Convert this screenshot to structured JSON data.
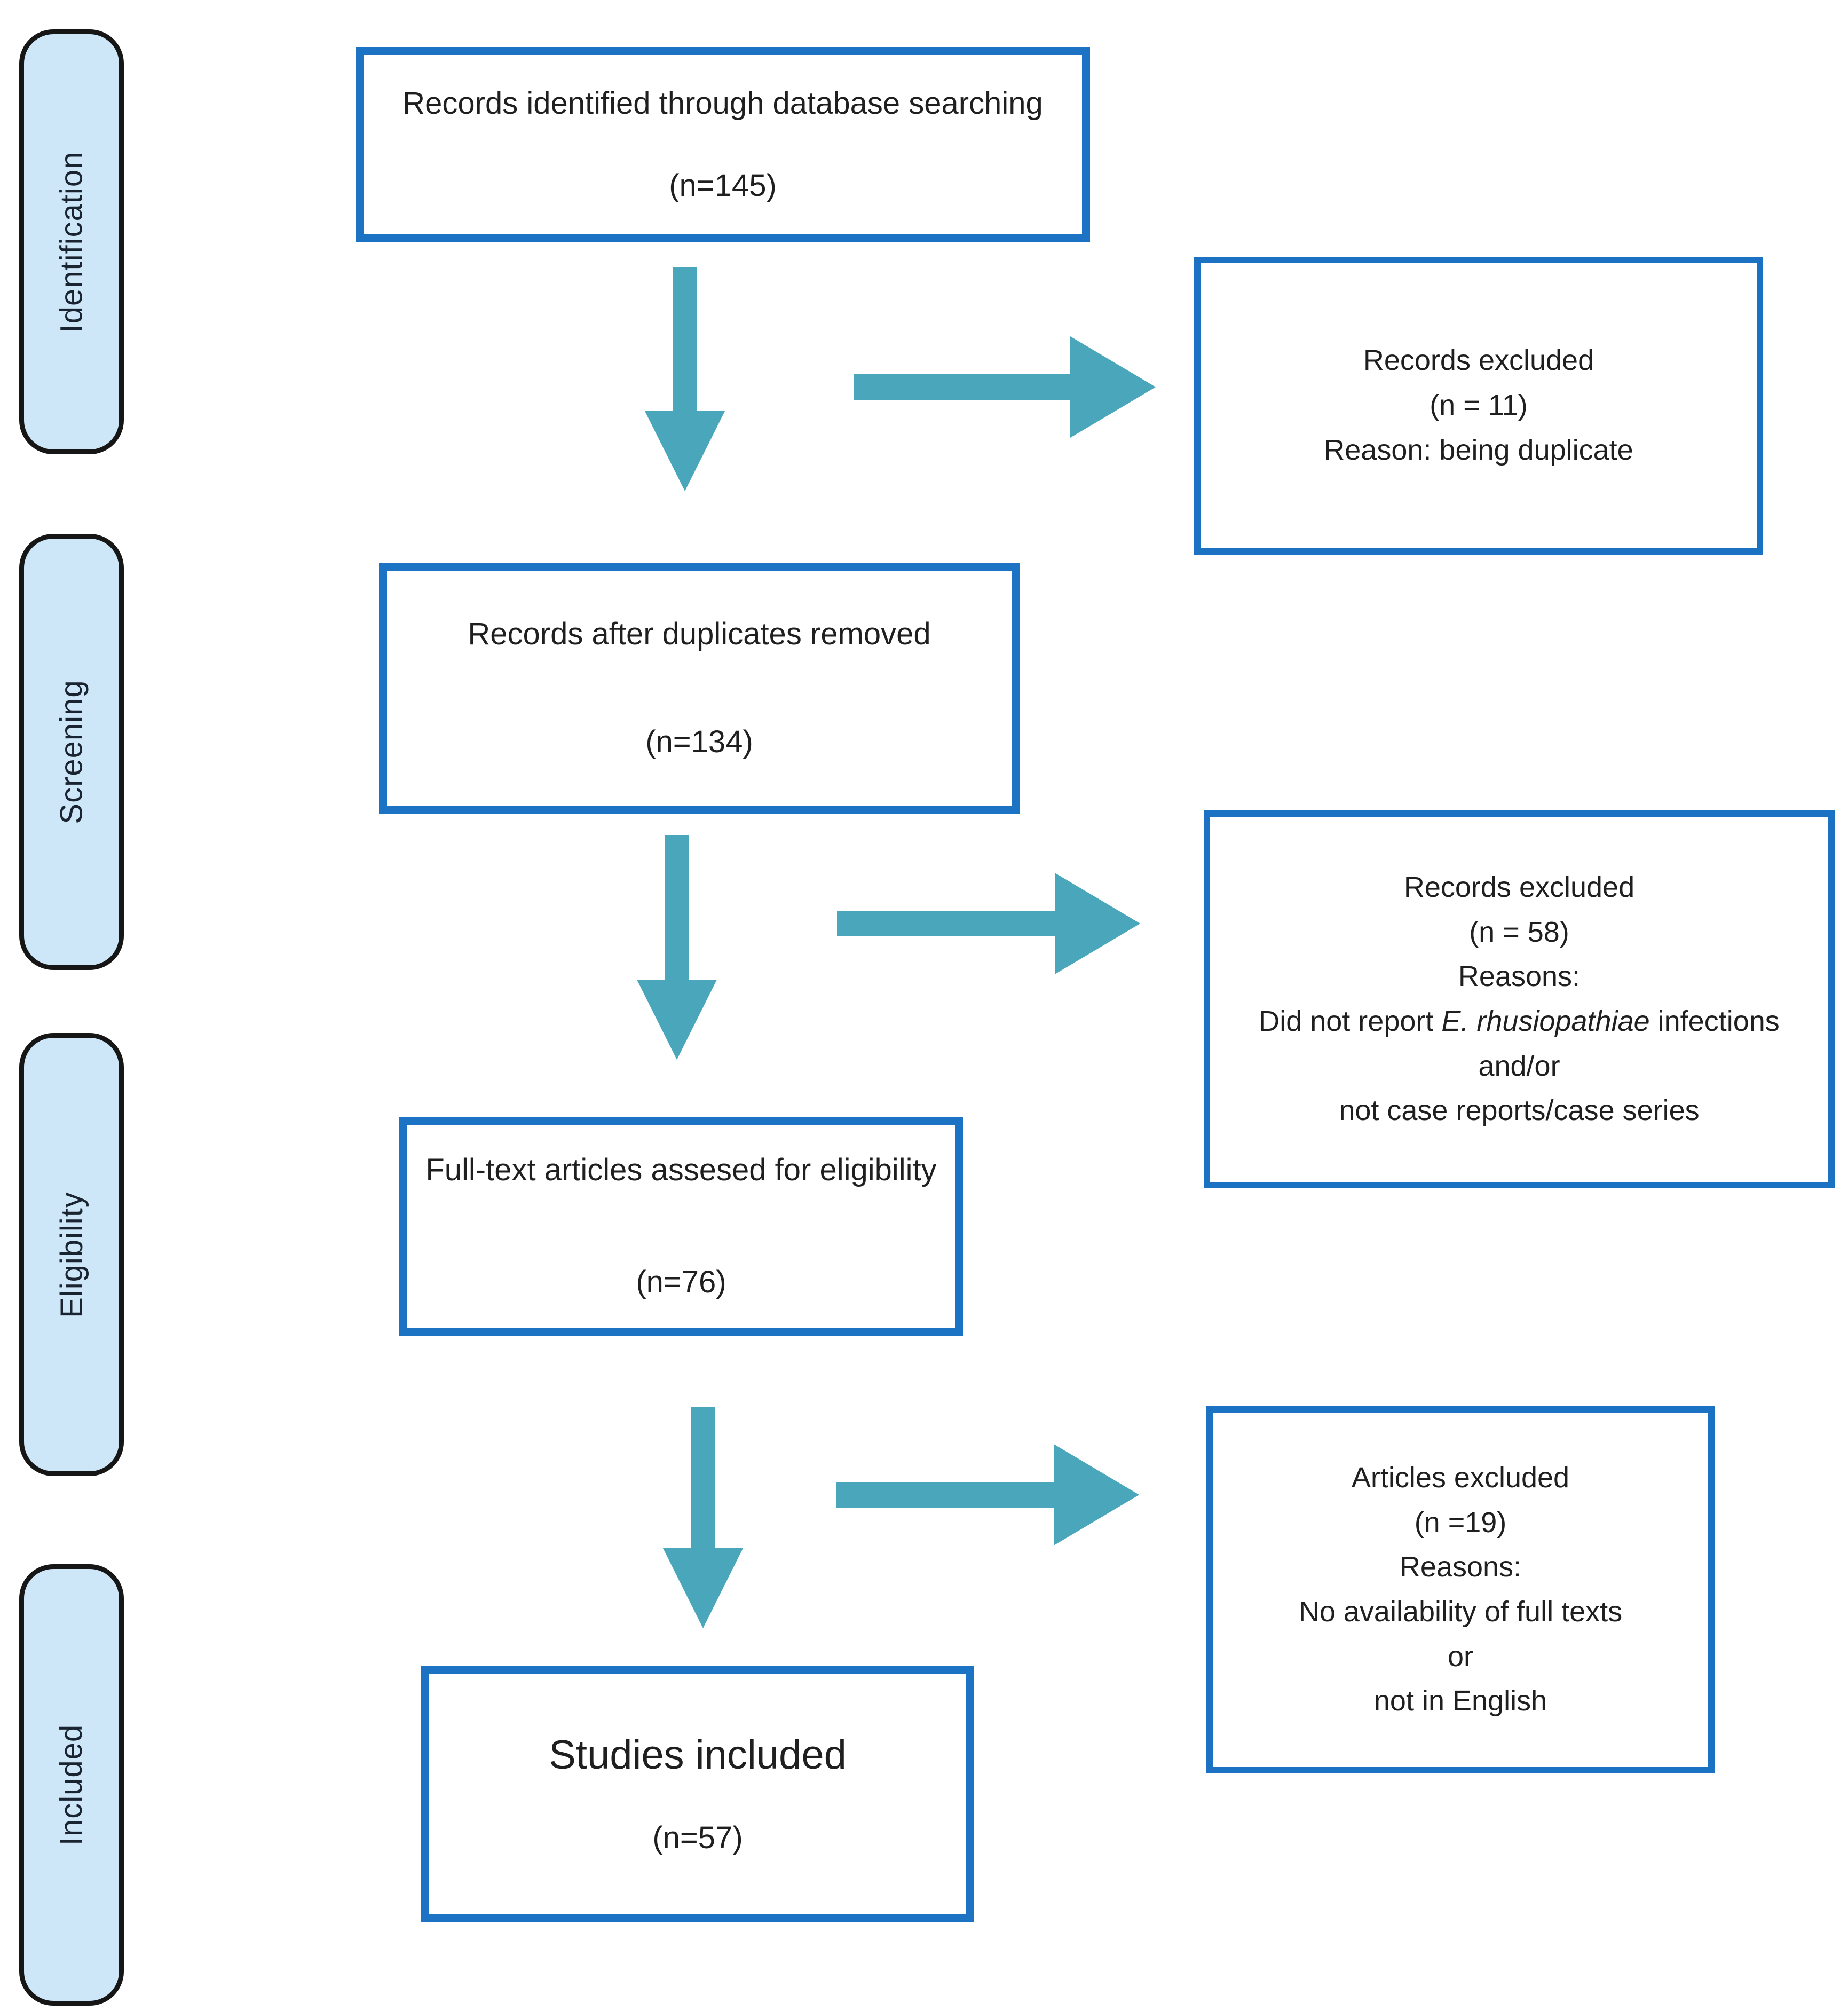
{
  "colors": {
    "flow_box_border": "#1c73c3",
    "sidebar_fill": "#cde6f8",
    "sidebar_border": "#161616",
    "arrow": "#4aa6bb",
    "text": "#1f1f1f",
    "background": "#ffffff"
  },
  "sidebar": {
    "items": [
      {
        "label": "Identification"
      },
      {
        "label": "Screening"
      },
      {
        "label": "Eligibility"
      },
      {
        "label": "Included"
      }
    ]
  },
  "flow": {
    "step1": {
      "title": "Records identified through database searching",
      "count": "(n=145)"
    },
    "step2": {
      "title": "Records after duplicates removed",
      "count": "(n=134)"
    },
    "step3": {
      "title": "Full-text articles assesed for eligibility",
      "count": "(n=76)"
    },
    "step4": {
      "title": "Studies included",
      "count": "(n=57)"
    }
  },
  "exclusions": {
    "box1": {
      "line1": "Records excluded",
      "line2": "(n = 11)",
      "line3": "Reason: being duplicate"
    },
    "box2": {
      "line1": "Records excluded",
      "line2": "(n = 58)",
      "line3": "Reasons:",
      "line4_prefix": "Did not report ",
      "line4_italic": "E. rhusiopathiae",
      "line4_suffix": " infections",
      "line5": "and/or",
      "line6": "not case reports/case series"
    },
    "box3": {
      "line1": "Articles excluded",
      "line2": "(n =19)",
      "line3": "Reasons:",
      "line4": "No availability of full texts",
      "line5": "or",
      "line6": "not in English"
    }
  }
}
